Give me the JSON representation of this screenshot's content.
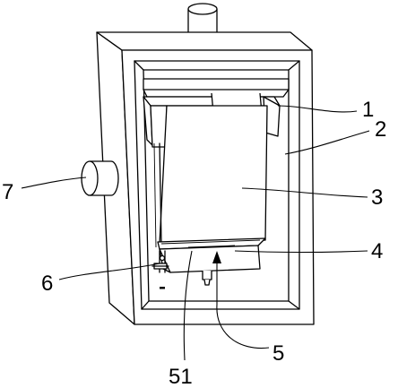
{
  "figure": {
    "labels": {
      "l1": "1",
      "l2": "2",
      "l3": "3",
      "l4": "4",
      "l5": "5",
      "l51": "51",
      "l6": "6",
      "l7": "7"
    }
  }
}
